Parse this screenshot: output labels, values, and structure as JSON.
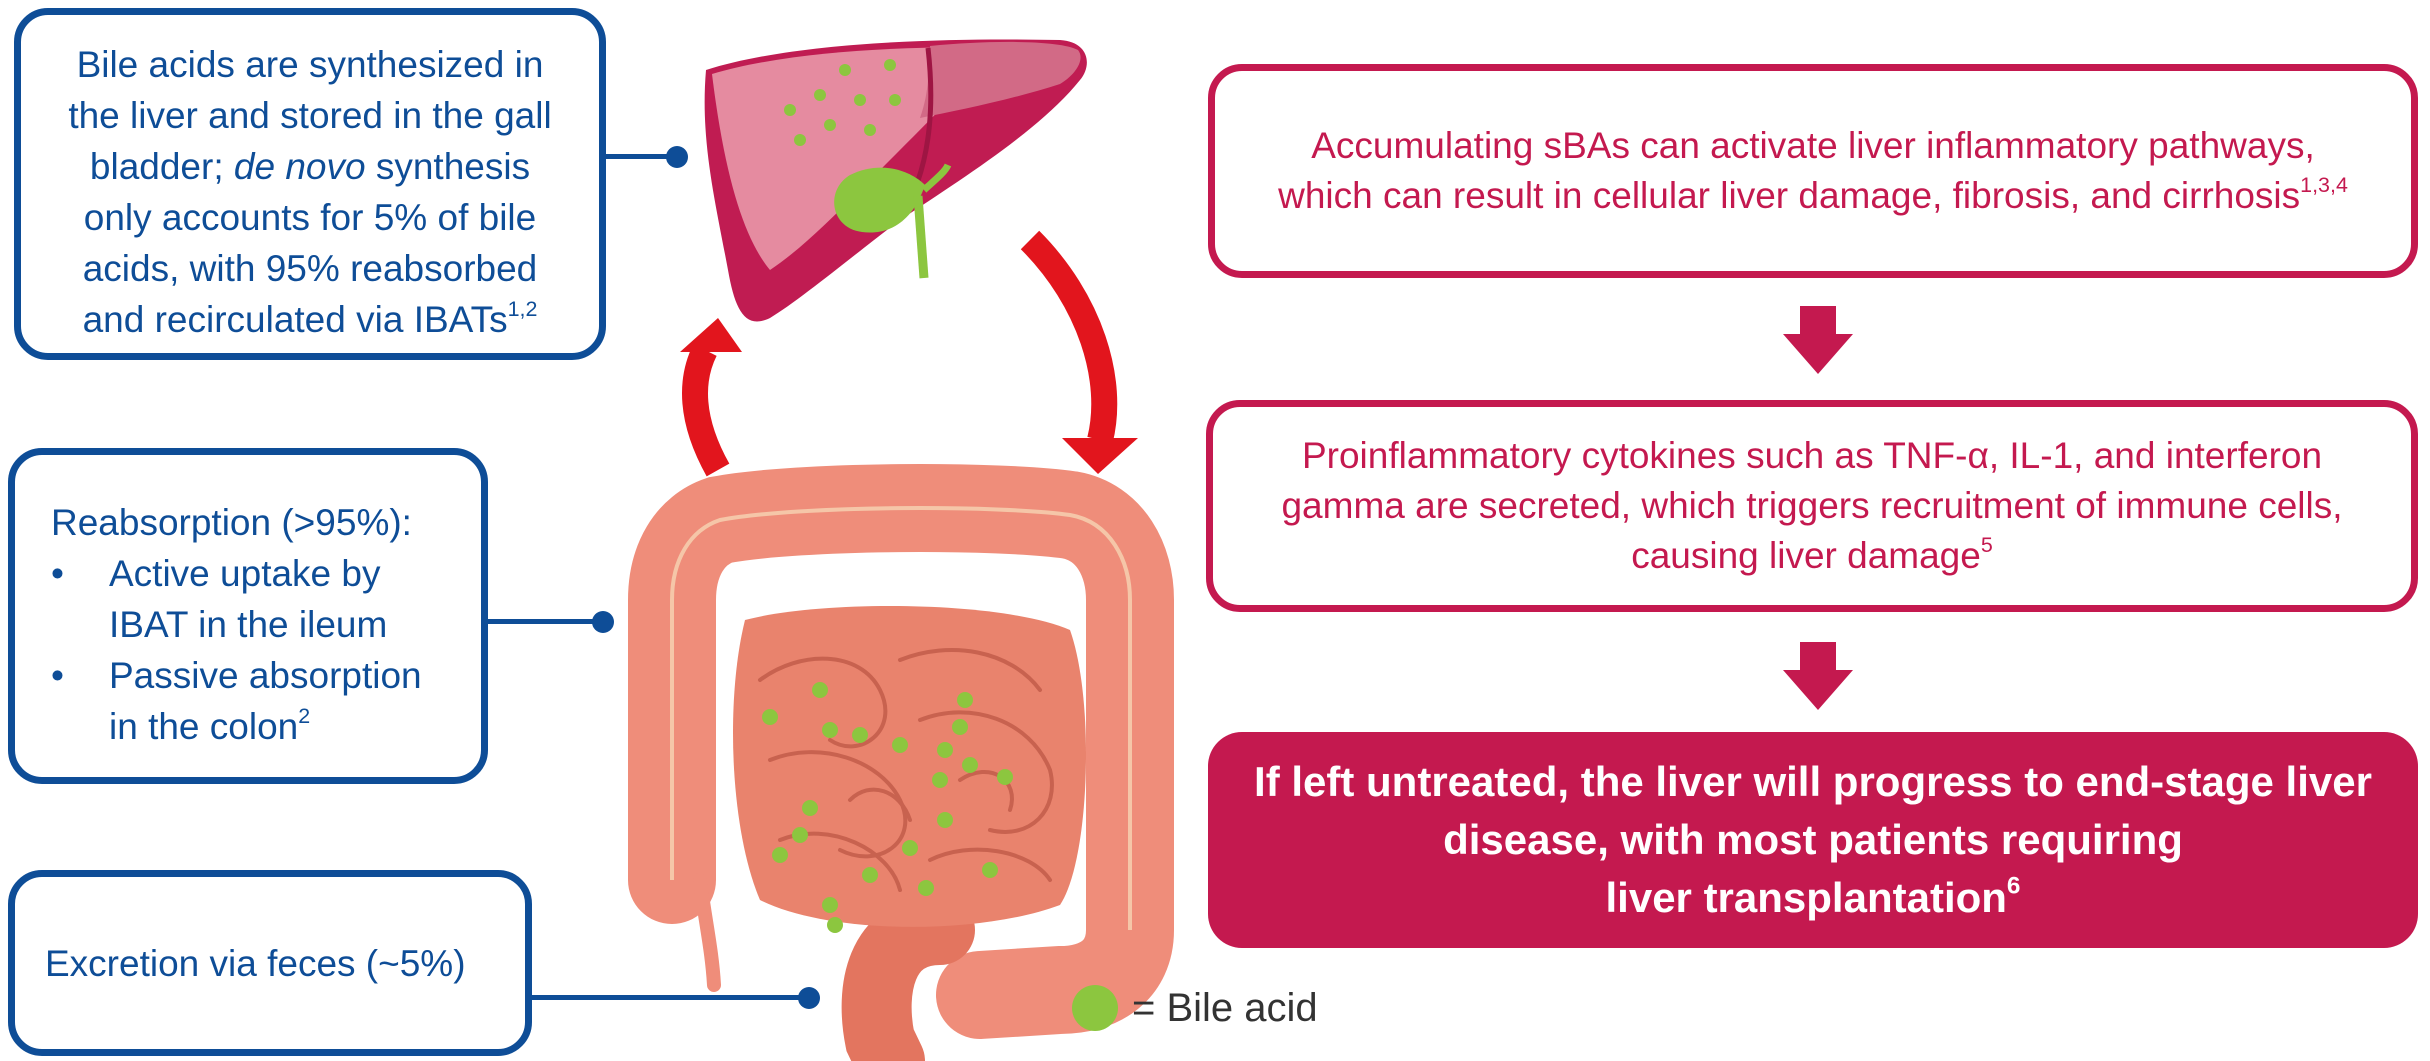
{
  "left_boxes": {
    "synthesis": {
      "line1": "Bile acids are synthesized in",
      "line2": "the liver and stored in the gall",
      "line3_a": "bladder; ",
      "line3_italic": "de novo",
      "line3_b": " synthesis",
      "line4": "only accounts for 5% of bile",
      "line5": "acids, with 95% reabsorbed",
      "line6": "and recirculated via IBATs",
      "line6_sup": "1,2"
    },
    "reabsorption": {
      "heading": "Reabsorption (>95%):",
      "bullet_symbol": "•",
      "item1_line1": "Active uptake by",
      "item1_line2": "IBAT in the ileum",
      "item2_line1": "Passive absorption",
      "item2_line2": "in the colon",
      "item2_sup": "2"
    },
    "excretion": {
      "text": "Excretion via feces (~5%)"
    }
  },
  "right_boxes": {
    "step1": {
      "line1": "Accumulating sBAs can activate liver inflammatory pathways,",
      "line2": "which can result in cellular liver damage, fibrosis, and cirrhosis",
      "line2_sup": "1,3,4"
    },
    "step2": {
      "line1": "Proinflammatory cytokines such as TNF-α, IL-1, and interferon",
      "line2": "gamma are secreted, which triggers recruitment of immune cells,",
      "line3": "causing liver damage",
      "line3_sup": "5"
    },
    "step3": {
      "line1": "If left untreated, the liver will progress to end-stage liver",
      "line2": "disease, with most patients requiring",
      "line3": "liver transplantation",
      "line3_sup": "6"
    }
  },
  "legend": {
    "text": "= Bile acid"
  },
  "colors": {
    "navy": "#0e4d97",
    "magenta": "#c4194f",
    "arrow_red": "#e2151d",
    "bile_green": "#8cc63f",
    "liver_dark": "#c01c52",
    "liver_light": "#e58ba0",
    "intestine": "#ef8d7a"
  },
  "icons": [
    "liver-illustration",
    "gallbladder-illustration",
    "intestine-illustration",
    "cycle-arrow-icon",
    "down-arrow-icon",
    "bile-acid-dot-icon"
  ]
}
